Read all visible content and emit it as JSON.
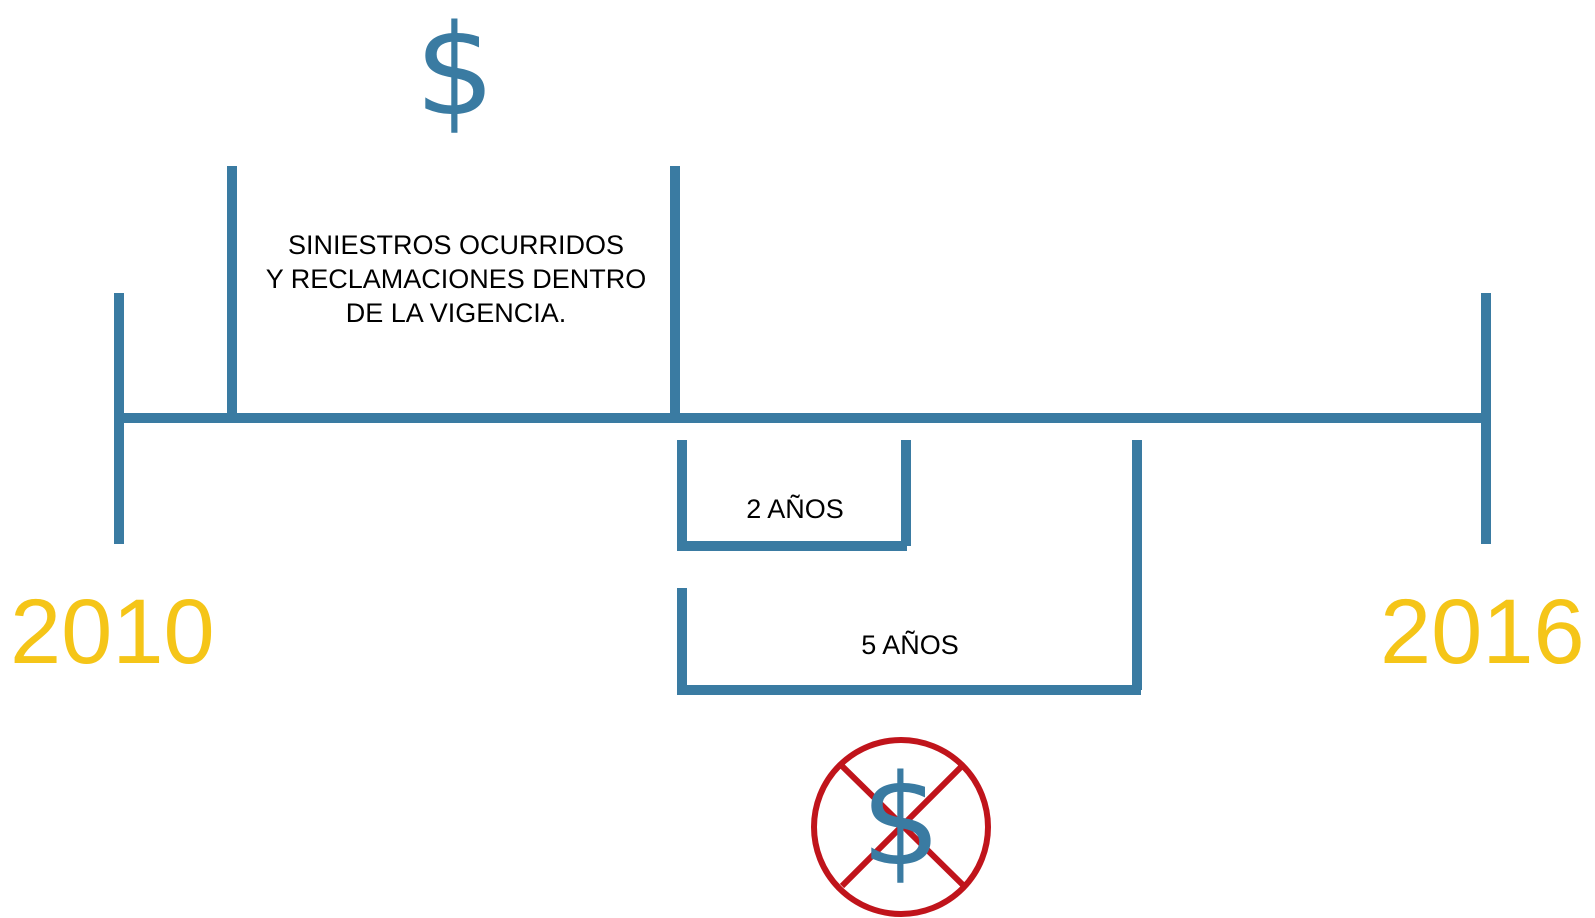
{
  "diagram": {
    "colors": {
      "line": "#3a7ba2",
      "year": "#f5c518",
      "prohibited": "#c0141b",
      "text": "#000000"
    },
    "top_symbol": {
      "icon": "dollar-icon",
      "text": "$"
    },
    "period_text": [
      "SINIESTROS OCURRIDOS",
      "Y RECLAMACIONES DENTRO",
      "DE LA VIGENCIA."
    ],
    "bracket_2": {
      "label": "2 AÑOS"
    },
    "bracket_5": {
      "label": "5 AÑOS"
    },
    "start_year": "2010",
    "end_year": "2016",
    "bottom_symbol": {
      "icon": "no-money-icon",
      "text": "$"
    }
  }
}
